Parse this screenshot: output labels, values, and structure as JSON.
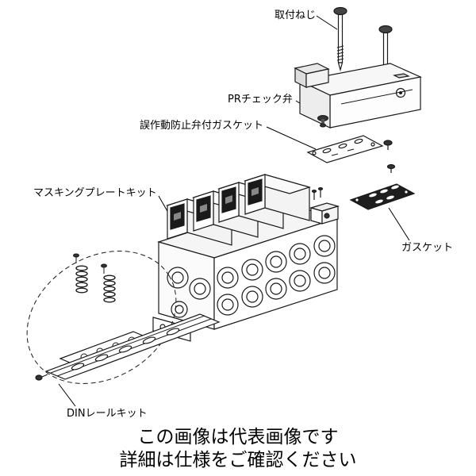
{
  "image": {
    "background": "#ffffff",
    "line_color": "#1a1a1a",
    "dark_part_color": "#1e1e1e"
  },
  "labels": {
    "mounting_screw": "取付ねじ",
    "pr_check_valve": "PRチェック弁",
    "malfunction_prevention_gasket": "誤作動防止弁付ガスケット",
    "masking_plate_kit": "マスキングプレートキット",
    "gasket": "ガスケット",
    "din_rail_kit": "DINレールキット"
  },
  "caption": {
    "line1": "この画像は代表画像です",
    "line2": "詳細は仕様をご確認ください"
  }
}
